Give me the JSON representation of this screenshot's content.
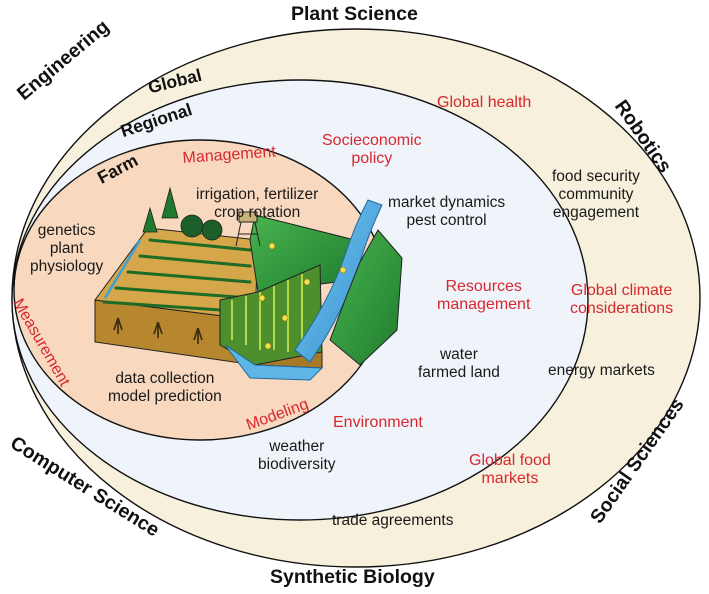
{
  "disciplines": {
    "plant_science": "Plant Science",
    "engineering": "Engineering",
    "robotics": "Robotics",
    "computer_science": "Computer Science",
    "social_sciences": "Social Sciences",
    "synthetic_biology": "Synthetic Biology"
  },
  "tiers": {
    "global": "Global",
    "regional": "Regional",
    "farm": "Farm"
  },
  "global_items": {
    "health": "Global health",
    "food_security": [
      "food security",
      "community",
      "engagement"
    ],
    "climate": [
      "Global climate",
      "considerations"
    ],
    "energy": "energy markets",
    "food_markets": [
      "Global food",
      "markets"
    ],
    "trade": "trade agreements"
  },
  "regional_items": {
    "socioeconomic": [
      "Socieconomic",
      "policy"
    ],
    "market": [
      "market dynamics",
      "pest control"
    ],
    "resources": [
      "Resources",
      "management"
    ],
    "water": [
      "water",
      "farmed land"
    ],
    "environment": "Environment",
    "weather": [
      "weather",
      "biodiversity"
    ]
  },
  "farm_items": {
    "management": "Management",
    "irrigation": [
      "irrigation, fertilizer",
      "crop rotation"
    ],
    "genetics": [
      "genetics",
      "plant",
      "physiology"
    ],
    "measurement": "Measurement",
    "data": [
      "data collection",
      "model prediction"
    ],
    "modeling": "Modeling"
  },
  "colors": {
    "outer_fill": "#f6f0dc",
    "regional_fill": "#eef4fa",
    "farm_fill": "#f8d9bf",
    "red_text": "#d7282f",
    "stroke": "#111111",
    "field_green": "#2e9b3c",
    "soil_brown": "#c99a3b",
    "water_blue": "#3aa0d8"
  }
}
